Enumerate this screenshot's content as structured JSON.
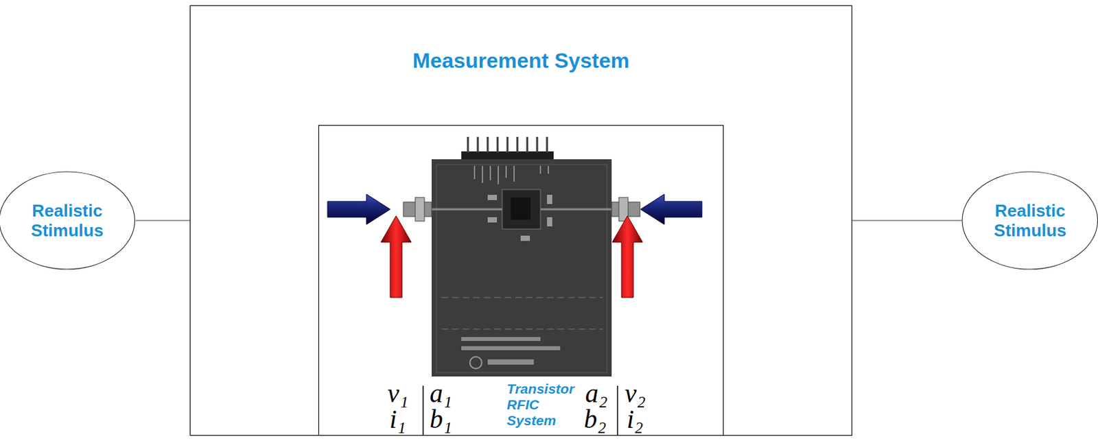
{
  "diagram": {
    "nodes": [
      {
        "text": [
          "Realistic Stimulus"
        ]
      },
      {
        "text": [
          "Measurement System"
        ]
      },
      {
        "text": [
          "Transistor RFIC System"
        ],
        "in": 1
      },
      {
        "text": [
          "Realistic Stimulus"
        ]
      }
    ],
    "edges": [
      {
        "from": 0,
        "to": 1,
        "arrow": "none"
      },
      {
        "from": 1,
        "to": 3,
        "arrow": "none"
      }
    ],
    "labels": [
      "v₁",
      "a₁",
      "a₂",
      "v₂",
      "i₁",
      "b₁",
      "b₂",
      "i₂"
    ]
  }
}
